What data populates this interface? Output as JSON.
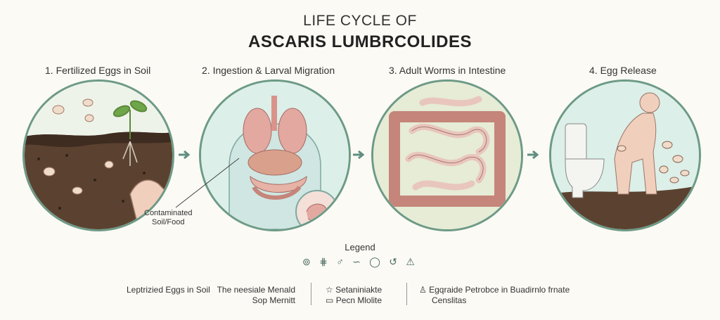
{
  "title": {
    "line1": "LIFE CYCLE OF",
    "line2": "ASCARIS LUMBRCOLIDES"
  },
  "stages": [
    {
      "label": "1. Fertilized Eggs in Soil"
    },
    {
      "label": "2. Ingestion & Larval Migration"
    },
    {
      "label": "3. Adult Worms in Intestine"
    },
    {
      "label": "4. Egg Release"
    }
  ],
  "callout": {
    "line1": "Contaminated",
    "line2": "Soil/Food"
  },
  "legend": {
    "title": "Legend",
    "icons": [
      "lungs-icon",
      "bug-icon",
      "hand-icon",
      "worm-icon",
      "circle-icon",
      "recycle-icon",
      "warning-icon"
    ],
    "items": [
      {
        "text": "Leptrizied Eggs in Soil"
      },
      {
        "text": "The neesiale Menald",
        "sub": "Sop Mernitt"
      },
      {
        "icon": "star-icon",
        "text": "Setaniniakte",
        "icon2": "box-icon",
        "sub": "Pecn Mlolite"
      },
      {
        "icon": "figure-icon",
        "text": "Egqraide Petrobce in Buadirnlo frnate",
        "sub": "Censlitas"
      }
    ]
  },
  "colors": {
    "ring": "#6d9a86",
    "soil": "#5a4030",
    "sky": "#dcefe9",
    "organ": "#e3a9a0",
    "worm": "#f1dcd6"
  }
}
